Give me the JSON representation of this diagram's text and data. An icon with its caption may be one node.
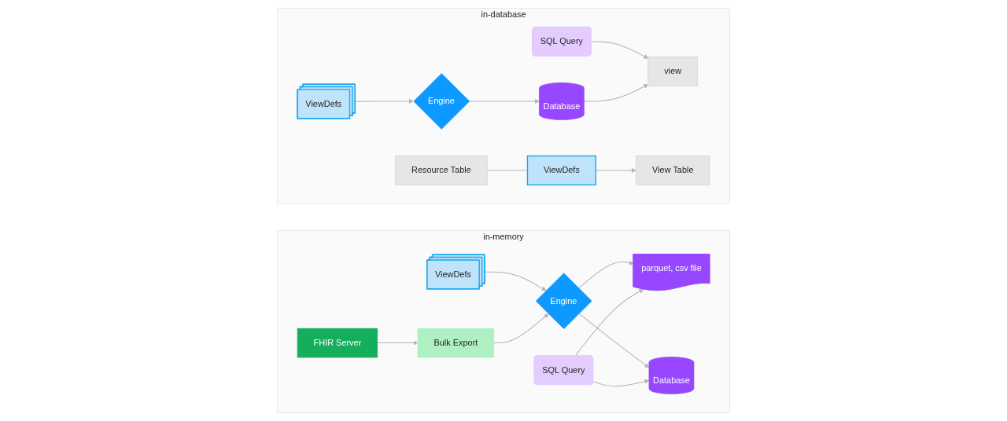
{
  "diagram": {
    "nodes": [
      {
        "text": [
          "in-memory"
        ]
      },
      {
        "text": [
          "ViewDefs"
        ],
        "in": 0
      },
      {
        "text": [
          "parquet, csv file"
        ],
        "in": 0
      },
      {
        "text": [
          "Bulk Export"
        ],
        "in": 0
      },
      {
        "text": [
          "Engine"
        ],
        "in": 0
      },
      {
        "text": [
          "SQL Query"
        ],
        "in": 0
      },
      {
        "text": [
          "FHIR Server"
        ],
        "in": 0
      },
      {
        "text": [
          "Database"
        ],
        "in": 0
      },
      {
        "text": [
          "in-database"
        ]
      },
      {
        "text": [
          "ViewDefs"
        ],
        "in": 8
      },
      {
        "text": [
          "Engine"
        ],
        "in": 8
      },
      {
        "text": [
          "Resource Table"
        ],
        "in": 8
      },
      {
        "text": [
          "SQL Query"
        ],
        "in": 8
      },
      {
        "text": [
          "ViewDefs"
        ],
        "in": 8
      },
      {
        "text": [
          "Database"
        ],
        "in": 8
      },
      {
        "text": [
          "view"
        ],
        "in": 8
      },
      {
        "text": [
          "View Table"
        ],
        "in": 8
      }
    ],
    "edges": [
      {
        "from": 1,
        "to": 4,
        "arrow": "to"
      },
      {
        "from": 3,
        "to": 4,
        "arrow": "to"
      },
      {
        "from": 4,
        "to": 2,
        "arrow": "to"
      },
      {
        "from": 4,
        "to": 7,
        "arrow": "to"
      },
      {
        "from": 5,
        "to": 2,
        "arrow": "to"
      },
      {
        "from": 5,
        "to": 7,
        "arrow": "to"
      },
      {
        "from": 6,
        "to": 3,
        "arrow": "to"
      },
      {
        "from": 9,
        "to": 10,
        "arrow": "to"
      },
      {
        "from": 10,
        "to": 14,
        "arrow": "to"
      },
      {
        "from": 12,
        "to": 15,
        "arrow": "to"
      },
      {
        "from": 14,
        "to": 15,
        "arrow": "to"
      },
      {
        "from": 11,
        "to": 13,
        "arrow": "none"
      },
      {
        "from": 13,
        "to": 16,
        "arrow": "to"
      }
    ]
  }
}
